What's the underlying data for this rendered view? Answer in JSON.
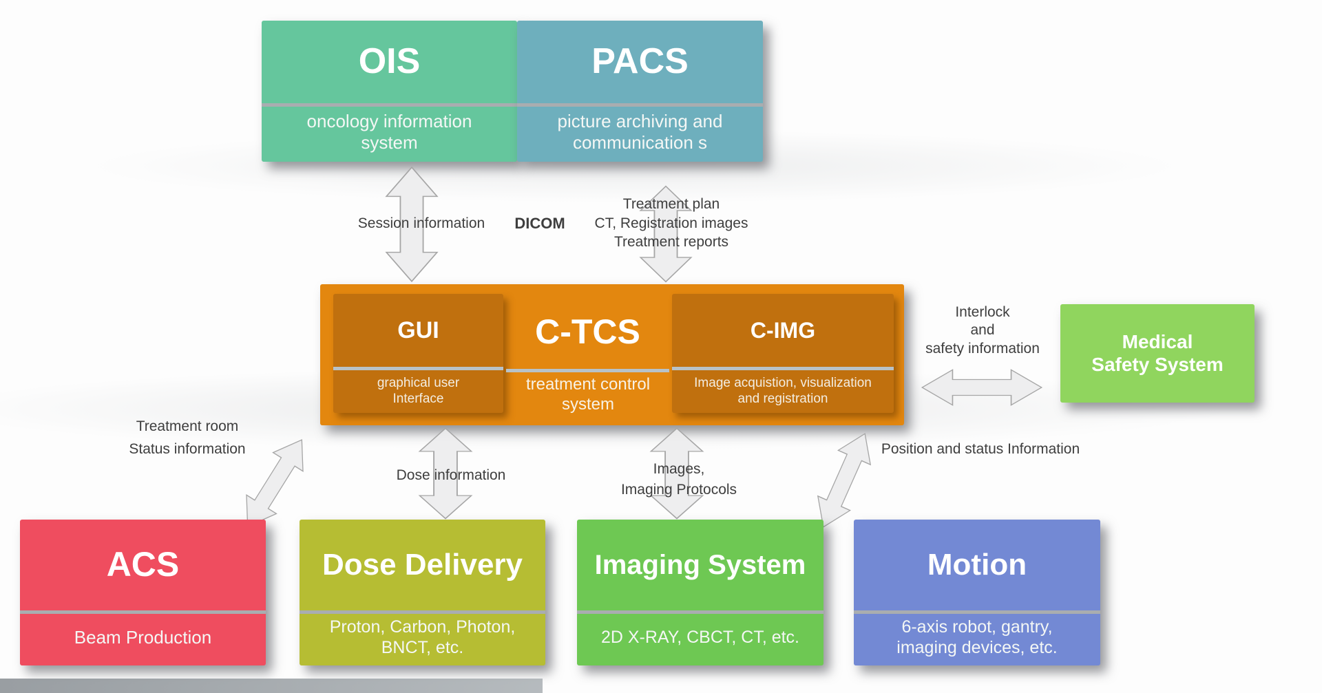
{
  "diagram": {
    "top": {
      "ois": {
        "title": "OIS",
        "subtitle": "oncology information\nsystem"
      },
      "pacs": {
        "title": "PACS",
        "subtitle": "picture archiving and\ncommunication s"
      }
    },
    "center": {
      "gui": {
        "title": "GUI",
        "subtitle": "graphical user\nInterface"
      },
      "ctcs": {
        "title": "C-TCS",
        "subtitle": "treatment control\nsystem"
      },
      "cimg": {
        "title": "C-IMG",
        "subtitle": "Image acquistion, visualization\nand registration"
      }
    },
    "right": {
      "mss": {
        "title": "Medical\nSafety System"
      }
    },
    "bottom": {
      "acs": {
        "title": "ACS",
        "subtitle": "Beam Production"
      },
      "dose": {
        "title": "Dose Delivery",
        "subtitle": "Proton, Carbon, Photon,\nBNCT, etc."
      },
      "imaging": {
        "title": "Imaging System",
        "subtitle": "2D X-RAY, CBCT, CT, etc."
      },
      "motion": {
        "title": "Motion",
        "subtitle": "6-axis robot, gantry,\nimaging devices, etc."
      }
    },
    "labels": {
      "session": "Session information",
      "dicom": "DICOM",
      "treatment_plan": "Treatment plan\nCT, Registration images\nTreatment reports",
      "interlock": "Interlock\nand\nsafety information",
      "treatment_room": "Treatment room\nStatus information",
      "dose_info": "Dose information",
      "images_protocols": "Images,\nImaging Protocols",
      "position_status": "Position and status Information"
    },
    "colors": {
      "ois": "#65c69d",
      "pacs": "#6eafbd",
      "ctcs": "#e3870f",
      "ctcs_inner": "#c0700e",
      "mss": "#90d55e",
      "acs": "#ef4d5f",
      "dose": "#b6bd33",
      "imaging": "#6ec853",
      "motion": "#7389d4",
      "divider": "#a9adb0",
      "divider2": "#b8c2c8",
      "arrow_fill": "#ededee",
      "arrow_stroke": "#a6a6a6",
      "label_text": "#3e3e3e"
    }
  }
}
